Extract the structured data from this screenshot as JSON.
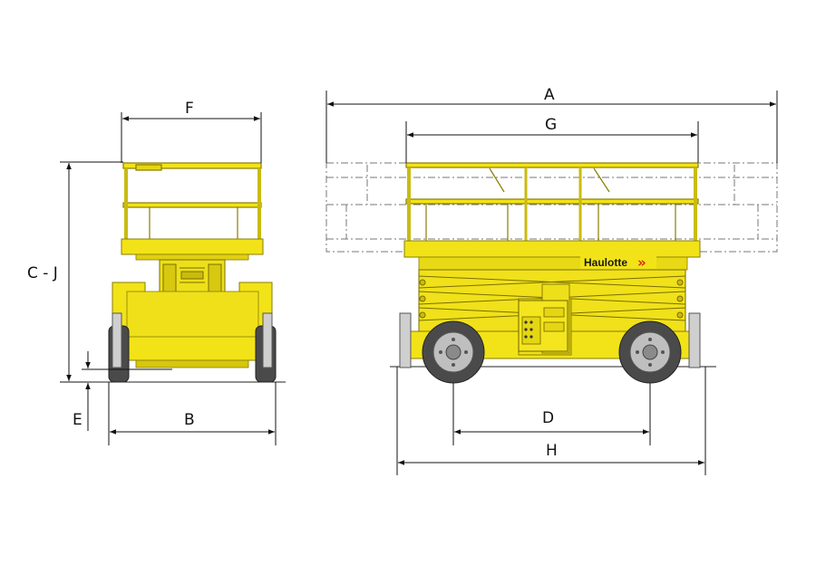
{
  "dimensions": {
    "a": "A",
    "b": "B",
    "c_j": "C - J",
    "d": "D",
    "e": "E",
    "f": "F",
    "g": "G",
    "h": "H"
  },
  "brand": {
    "logo_text": "Haulotte",
    "logo_chevrons": "»"
  },
  "colors": {
    "machine_yellow": "#f2e318",
    "machine_outline": "#8a7d00",
    "tire": "#4a4a4a",
    "hub": "#bfbfbf",
    "chevron_red": "#d9261c",
    "extension_dash": "#777777",
    "dimension_line": "#111111"
  }
}
